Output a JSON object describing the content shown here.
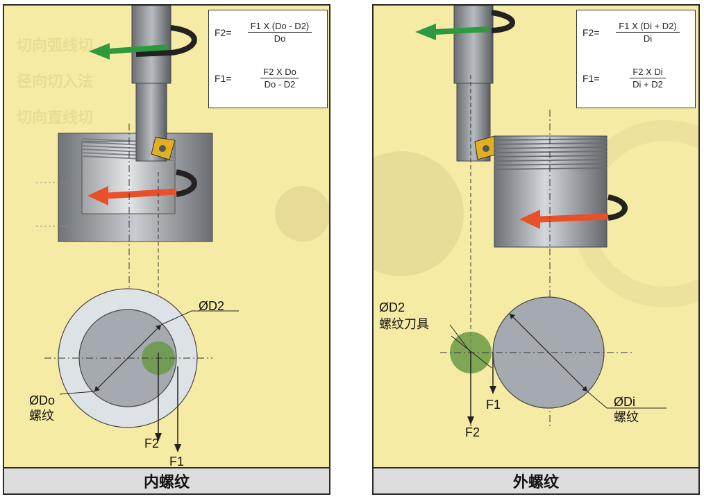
{
  "left": {
    "title": "内螺纹",
    "formula_f2": {
      "lhs": "F2=",
      "num": "F1 X (Do - D2)",
      "den": "Do"
    },
    "formula_f1": {
      "lhs": "F1=",
      "num": "F2 X Do",
      "den": "Do - D2"
    },
    "label_d2": "ØD2",
    "label_do_line1": "ØDo",
    "label_do_line2": "螺纹",
    "label_f2": "F2",
    "label_f1": "F1",
    "watermark": [
      "切向弧线切",
      "径向切入法",
      "切向直线切"
    ]
  },
  "right": {
    "title": "外螺纹",
    "formula_f2": {
      "lhs": "F2=",
      "num": "F1 X (Di + D2)",
      "den": "Di"
    },
    "formula_f1": {
      "lhs": "F1=",
      "num": "F2 X Di",
      "den": "Di + D2"
    },
    "label_d2_line1": "ØD2",
    "label_d2_line2": "螺纹刀具",
    "label_di_line1": "ØDi",
    "label_di_line2": "螺纹",
    "label_f1": "F1",
    "label_f2": "F2"
  },
  "colors": {
    "background": "#f6eba4",
    "rotation_arrow_green": "#2e9a3e",
    "rotation_arrow_orange": "#e8502a",
    "tool_circle": "#6a9a45",
    "workpiece_gray": "#9aa0a6",
    "insert_gold": "#e0b020"
  },
  "icons": [
    "rotation-arrow-icon",
    "threading-insert-icon"
  ]
}
